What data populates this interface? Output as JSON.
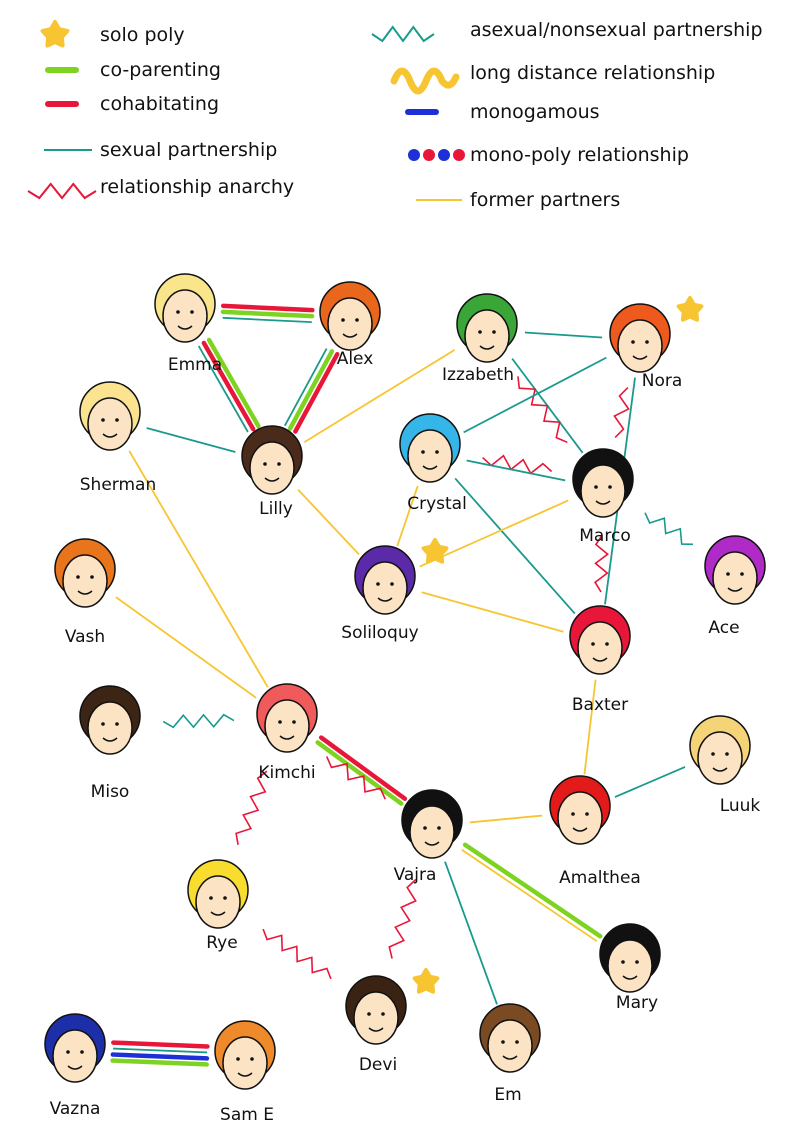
{
  "legend": {
    "left": [
      {
        "key": "solo",
        "label": "solo poly",
        "style": "star",
        "color": "#f7c531"
      },
      {
        "key": "coparent",
        "label": "co-parenting",
        "style": "thick",
        "color": "#7ed321"
      },
      {
        "key": "cohab",
        "label": "cohabitating",
        "style": "thick",
        "color": "#e8173a"
      },
      {
        "key": "sexual",
        "label": "sexual partnership",
        "style": "thin",
        "color": "#1a9a8c"
      },
      {
        "key": "anarchy",
        "label": "relationship anarchy",
        "style": "zigzag",
        "color": "#e8173a"
      }
    ],
    "right": [
      {
        "key": "asexual",
        "label": "asexual/nonsexual partnership",
        "style": "zigzag",
        "color": "#1a9a8c"
      },
      {
        "key": "ldr",
        "label": "long distance relationship",
        "style": "wave",
        "color": "#f7c531"
      },
      {
        "key": "mono",
        "label": "monogamous",
        "style": "thick",
        "color": "#1d2fd6"
      },
      {
        "key": "monopoly",
        "label": "mono-poly relationship",
        "style": "dots",
        "color": "#1d2fd6"
      },
      {
        "key": "former",
        "label": "former partners",
        "style": "thin",
        "color": "#f7c531"
      }
    ]
  },
  "people": [
    {
      "id": "emma",
      "name": "Emma",
      "hair": "#f9e58a",
      "solo": false
    },
    {
      "id": "alex",
      "name": "Alex",
      "hair": "#e8671c",
      "solo": false
    },
    {
      "id": "izzabeth",
      "name": "Izzabeth",
      "hair": "#3aa637",
      "solo": false
    },
    {
      "id": "nora",
      "name": "Nora",
      "hair": "#ee5a1d",
      "solo": true
    },
    {
      "id": "sherman",
      "name": "Sherman",
      "hair": "#fbe38f",
      "solo": false
    },
    {
      "id": "lilly",
      "name": "Lilly",
      "hair": "#4a2a1a",
      "solo": false
    },
    {
      "id": "crystal",
      "name": "Crystal",
      "hair": "#36b6e8",
      "solo": false
    },
    {
      "id": "marco",
      "name": "Marco",
      "hair": "#111111",
      "solo": false
    },
    {
      "id": "ace",
      "name": "Ace",
      "hair": "#b02ac8",
      "solo": false
    },
    {
      "id": "vash",
      "name": "Vash",
      "hair": "#e8741c",
      "solo": false
    },
    {
      "id": "soliloquy",
      "name": "Soliloquy",
      "hair": "#5b2aa8",
      "solo": true
    },
    {
      "id": "baxter",
      "name": "Baxter",
      "hair": "#e8173a",
      "solo": false
    },
    {
      "id": "miso",
      "name": "Miso",
      "hair": "#3d2516",
      "solo": false
    },
    {
      "id": "kimchi",
      "name": "Kimchi",
      "hair": "#f05a5a",
      "solo": false
    },
    {
      "id": "vajra",
      "name": "Vajra",
      "hair": "#111111",
      "solo": false
    },
    {
      "id": "amalthea",
      "name": "Amalthea",
      "hair": "#e31a1a",
      "solo": false
    },
    {
      "id": "luuk",
      "name": "Luuk",
      "hair": "#f5d477",
      "solo": false
    },
    {
      "id": "rye",
      "name": "Rye",
      "hair": "#f9dd2e",
      "solo": false
    },
    {
      "id": "mary",
      "name": "Mary",
      "hair": "#111111",
      "solo": false
    },
    {
      "id": "devi",
      "name": "Devi",
      "hair": "#3b2314",
      "solo": true
    },
    {
      "id": "em",
      "name": "Em",
      "hair": "#7a4a22",
      "solo": false
    },
    {
      "id": "vazna",
      "name": "Vazna",
      "hair": "#1d2fa8",
      "solo": false
    },
    {
      "id": "same",
      "name": "Sam E",
      "hair": "#ee8a2a",
      "solo": false
    }
  ],
  "relationships": [
    {
      "a": "emma",
      "b": "alex",
      "types": [
        "cohab",
        "coparent",
        "sexual"
      ]
    },
    {
      "a": "emma",
      "b": "lilly",
      "types": [
        "coparent",
        "cohab",
        "sexual"
      ]
    },
    {
      "a": "alex",
      "b": "lilly",
      "types": [
        "cohab",
        "coparent",
        "sexual"
      ]
    },
    {
      "a": "sherman",
      "b": "lilly",
      "types": [
        "sexual"
      ]
    },
    {
      "a": "sherman",
      "b": "kimchi",
      "types": [
        "former"
      ]
    },
    {
      "a": "lilly",
      "b": "izzabeth",
      "types": [
        "former"
      ]
    },
    {
      "a": "lilly",
      "b": "soliloquy",
      "types": [
        "former"
      ]
    },
    {
      "a": "izzabeth",
      "b": "nora",
      "types": [
        "sexual"
      ]
    },
    {
      "a": "izzabeth",
      "b": "marco",
      "types": [
        "sexual",
        "anarchy"
      ]
    },
    {
      "a": "nora",
      "b": "crystal",
      "types": [
        "sexual"
      ]
    },
    {
      "a": "nora",
      "b": "marco",
      "types": [
        "anarchy"
      ]
    },
    {
      "a": "nora",
      "b": "baxter",
      "types": [
        "sexual"
      ]
    },
    {
      "a": "crystal",
      "b": "marco",
      "types": [
        "anarchy",
        "sexual"
      ]
    },
    {
      "a": "crystal",
      "b": "soliloquy",
      "types": [
        "former"
      ]
    },
    {
      "a": "crystal",
      "b": "baxter",
      "types": [
        "sexual"
      ]
    },
    {
      "a": "marco",
      "b": "ace",
      "types": [
        "asexual"
      ]
    },
    {
      "a": "marco",
      "b": "baxter",
      "types": [
        "anarchy"
      ]
    },
    {
      "a": "soliloquy",
      "b": "marco",
      "types": [
        "former"
      ]
    },
    {
      "a": "soliloquy",
      "b": "baxter",
      "types": [
        "former"
      ]
    },
    {
      "a": "vash",
      "b": "kimchi",
      "types": [
        "former"
      ]
    },
    {
      "a": "miso",
      "b": "kimchi",
      "types": [
        "asexual"
      ]
    },
    {
      "a": "kimchi",
      "b": "vajra",
      "types": [
        "cohab",
        "coparent",
        "anarchy"
      ]
    },
    {
      "a": "kimchi",
      "b": "rye",
      "types": [
        "anarchy"
      ]
    },
    {
      "a": "baxter",
      "b": "amalthea",
      "types": [
        "former"
      ]
    },
    {
      "a": "amalthea",
      "b": "luuk",
      "types": [
        "sexual"
      ]
    },
    {
      "a": "amalthea",
      "b": "vajra",
      "types": [
        "former"
      ]
    },
    {
      "a": "vajra",
      "b": "mary",
      "types": [
        "coparent",
        "former"
      ]
    },
    {
      "a": "vajra",
      "b": "devi",
      "types": [
        "anarchy"
      ]
    },
    {
      "a": "vajra",
      "b": "em",
      "types": [
        "sexual"
      ]
    },
    {
      "a": "rye",
      "b": "devi",
      "types": [
        "anarchy"
      ]
    },
    {
      "a": "vazna",
      "b": "same",
      "types": [
        "cohab",
        "sexual",
        "mono",
        "coparent"
      ]
    }
  ]
}
